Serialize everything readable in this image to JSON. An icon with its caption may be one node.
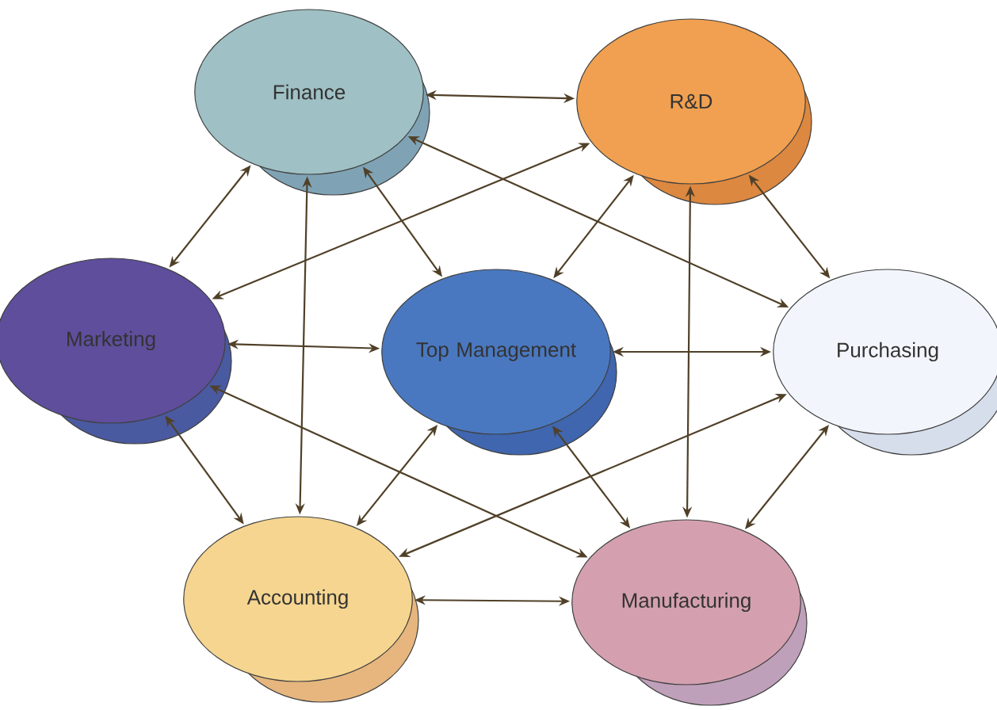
{
  "diagram": {
    "nodes": [
      {
        "text": [
          "Finance"
        ]
      },
      {
        "text": [
          "R&D"
        ]
      },
      {
        "text": [
          "Marketing"
        ]
      },
      {
        "text": [
          "Top Management"
        ]
      },
      {
        "text": [
          "Purchasing"
        ]
      },
      {
        "text": [
          "Accounting"
        ]
      },
      {
        "text": [
          "Manufacturing"
        ]
      }
    ],
    "edges": [
      {
        "from": 0,
        "to": 1,
        "arrow": "both"
      },
      {
        "from": 0,
        "to": 2,
        "arrow": "both"
      },
      {
        "from": 0,
        "to": 3,
        "arrow": "both"
      },
      {
        "from": 0,
        "to": 5,
        "arrow": "both"
      },
      {
        "from": 0,
        "to": 4,
        "arrow": "both"
      },
      {
        "from": 1,
        "to": 2,
        "arrow": "both"
      },
      {
        "from": 1,
        "to": 3,
        "arrow": "both"
      },
      {
        "from": 1,
        "to": 4,
        "arrow": "both"
      },
      {
        "from": 1,
        "to": 6,
        "arrow": "both"
      },
      {
        "from": 2,
        "to": 3,
        "arrow": "both"
      },
      {
        "from": 2,
        "to": 5,
        "arrow": "both"
      },
      {
        "from": 2,
        "to": 6,
        "arrow": "both"
      },
      {
        "from": 3,
        "to": 4,
        "arrow": "both"
      },
      {
        "from": 3,
        "to": 5,
        "arrow": "both"
      },
      {
        "from": 3,
        "to": 6,
        "arrow": "both"
      },
      {
        "from": 4,
        "to": 5,
        "arrow": "both"
      },
      {
        "from": 4,
        "to": 6,
        "arrow": "both"
      },
      {
        "from": 5,
        "to": 6,
        "arrow": "both"
      }
    ]
  }
}
